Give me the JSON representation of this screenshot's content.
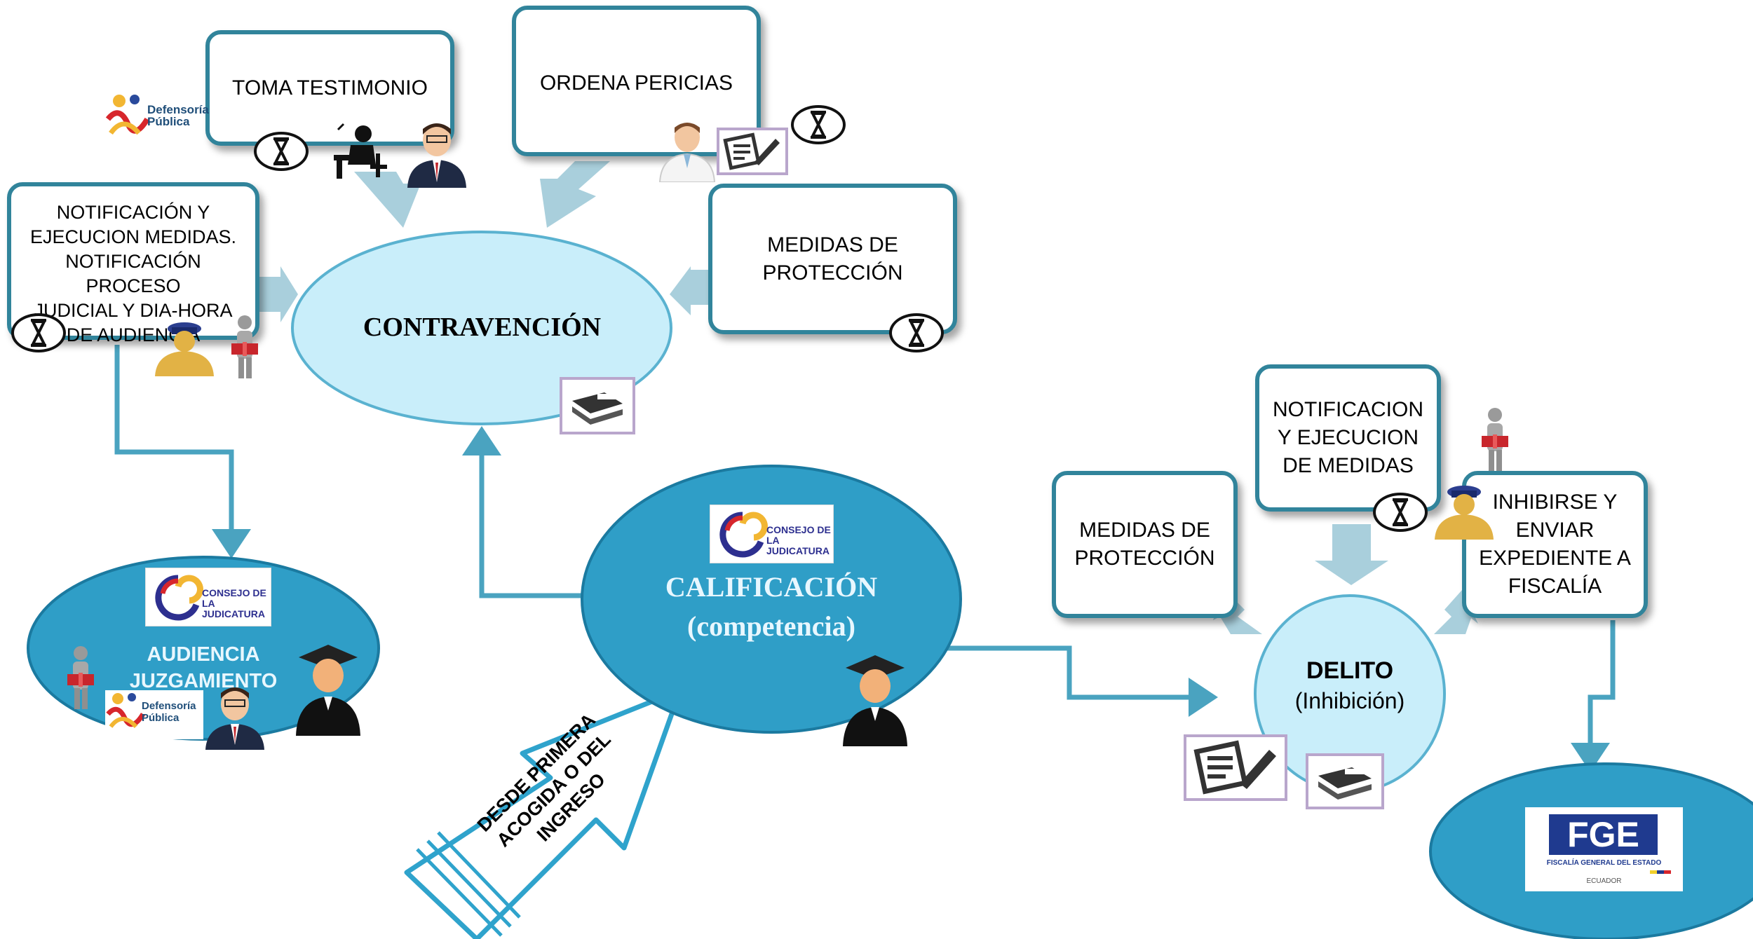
{
  "nodes": {
    "toma_testimonio": "TOMA TESTIMONIO",
    "ordena_pericias": "ORDENA PERICIAS",
    "notificacion_ejecucion": "NOTIFICACIÓN Y\nEJECUCION MEDIDAS.\nNOTIFICACIÓN PROCESO\nJUDICIAL Y  DIA-HORA\nDE AUDIENCIA",
    "medidas_proteccion_1": "MEDIDAS DE\nPROTECCIÓN",
    "contravencion": "CONTRAVENCIÓN",
    "calificacion": "CALIFICACIÓN\n(competencia)",
    "audiencia": "AUDIENCIA\nJUZGAMIENTO",
    "desde_primera": "DESDE PRIMERA\nACOGIDA O DEL\nINGRESO",
    "notificacion_medidas_2": "NOTIFICACION\nY EJECUCION\nDE MEDIDAS",
    "medidas_proteccion_2": "MEDIDAS DE\nPROTECCIÓN",
    "inhibirse": "INHIBIRSE Y\nENVIAR\nEXPEDIENTE A\nFISCALÍA",
    "delito_title": "DELITO",
    "delito_sub": "(Inhibición)"
  },
  "logos": {
    "defensoria_name": "Defensoría\nPública",
    "consejo_name": "CONSEJO DE LA\nJUDICATURA",
    "fge_name": "FGE",
    "fge_sub": "FISCALÍA GENERAL DEL ESTADO",
    "fge_country": "ECUADOR"
  },
  "colors": {
    "box_border": "#31849b",
    "arrow_light": "#a9cfdc",
    "arrow_line": "#4aa3c0",
    "light_ellipse": "#c6ecf8",
    "dark_ellipse": "#2f9ec7",
    "fge_blue": "#1f3a8f"
  },
  "icons": [
    "hourglass-icon",
    "person-suit-icon",
    "person-desk-icon",
    "doctor-icon",
    "sign-document-icon",
    "police-officer-icon",
    "gift-person-icon",
    "judge-icon",
    "gavel-document-icon"
  ]
}
